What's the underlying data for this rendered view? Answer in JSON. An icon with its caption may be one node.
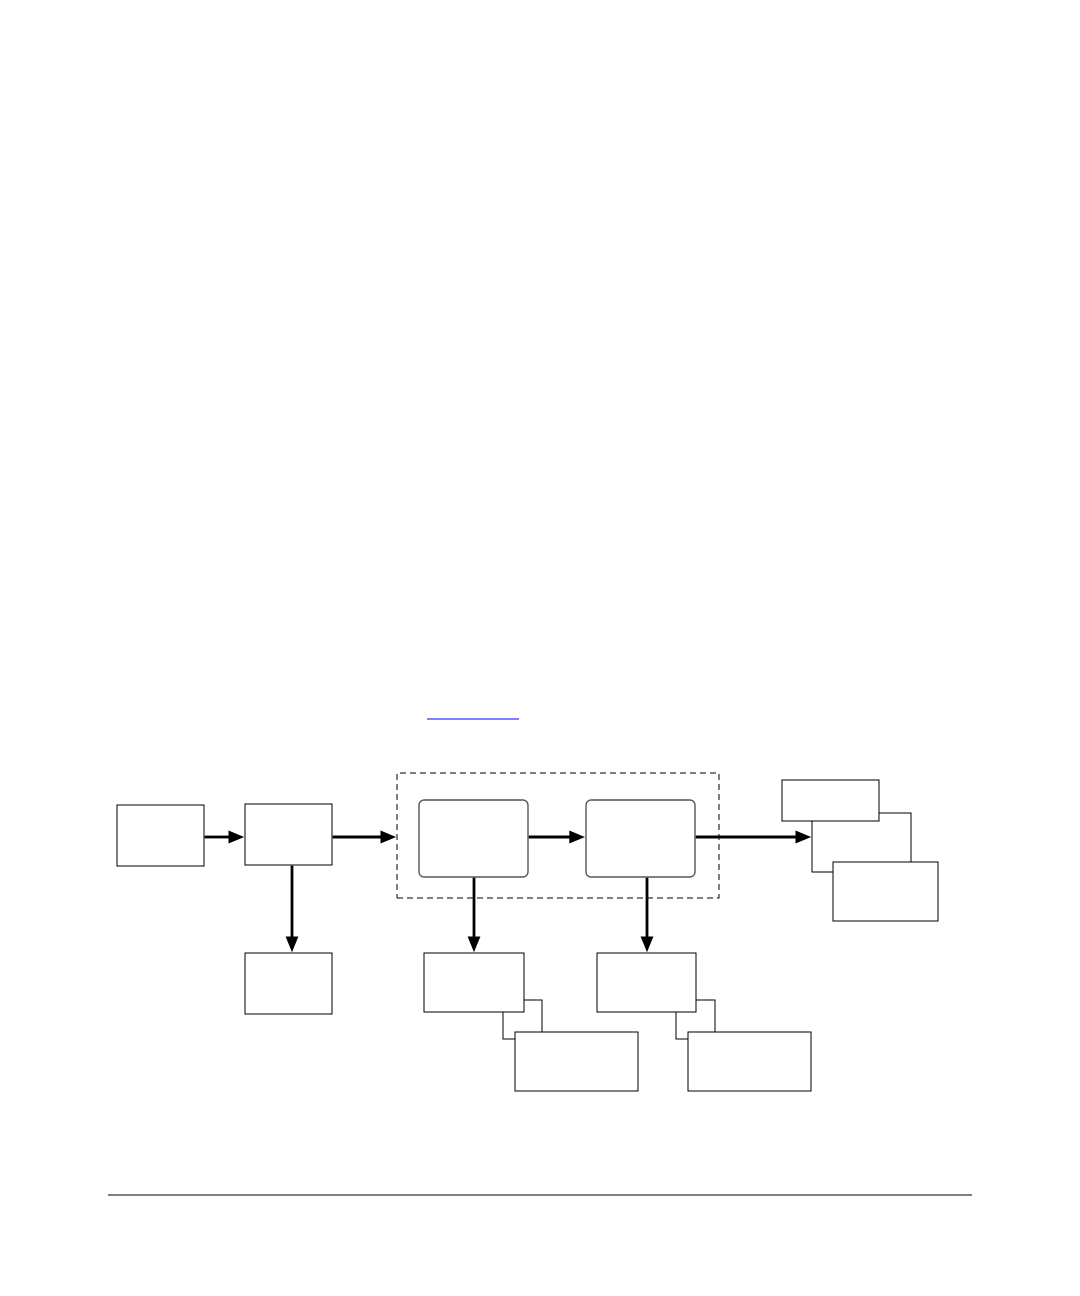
{
  "diagram": {
    "nodes": [
      {
        "text": [],
        "shape": "box"
      },
      {
        "text": [],
        "shape": "box"
      },
      {
        "text": [],
        "shape": "box"
      },
      {
        "text": [],
        "shape": "box",
        "in": 2
      },
      {
        "text": [],
        "shape": "box",
        "in": 2
      },
      {
        "text": [],
        "shape": "box"
      },
      {
        "text": [],
        "shape": "box"
      },
      {
        "text": [],
        "shape": "box"
      },
      {
        "text": [],
        "shape": "box"
      },
      {
        "text": [],
        "shape": "box"
      },
      {
        "text": [],
        "shape": "box"
      },
      {
        "text": [],
        "shape": "box"
      },
      {
        "text": [],
        "shape": "box"
      },
      {
        "text": [],
        "shape": "box"
      },
      {
        "text": [],
        "shape": "box"
      }
    ],
    "edges": [
      {
        "from": 0,
        "to": 1,
        "arrow": "to"
      },
      {
        "from": 1,
        "to": 2,
        "arrow": "to"
      },
      {
        "from": 3,
        "to": 4,
        "arrow": "to"
      },
      {
        "from": 4,
        "to": 6,
        "arrow": "to"
      },
      {
        "from": 1,
        "to": 8,
        "arrow": "to"
      },
      {
        "from": 3,
        "to": 9,
        "arrow": "to"
      },
      {
        "from": 4,
        "to": 12,
        "arrow": "to"
      }
    ]
  }
}
